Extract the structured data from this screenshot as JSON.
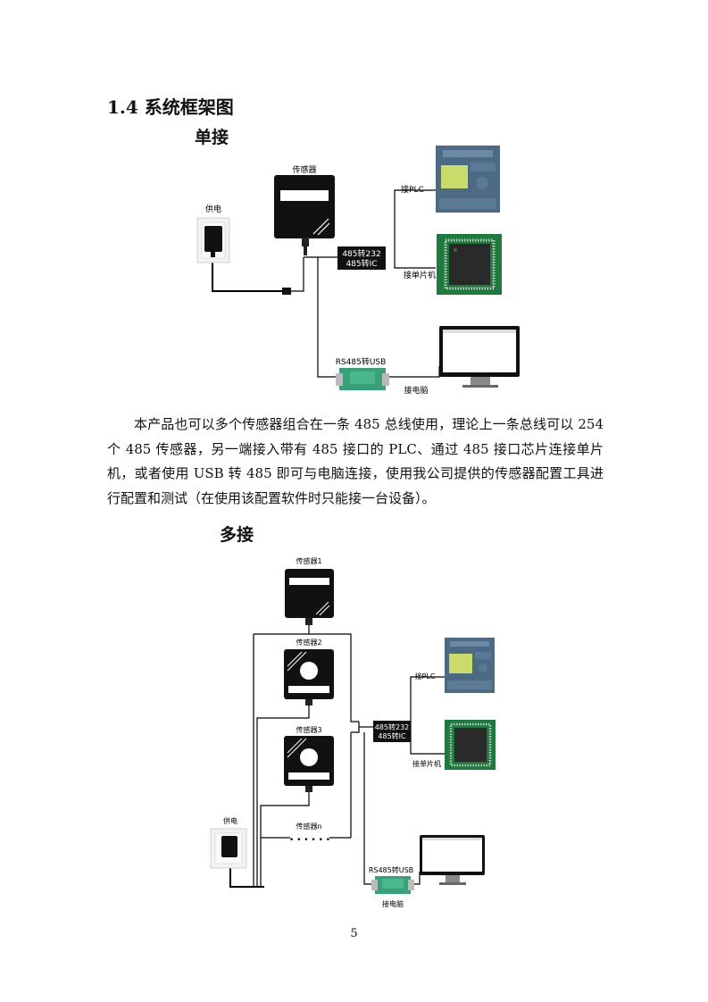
{
  "section_heading": "1.4 系统框架图",
  "single": {
    "title": "单接",
    "sensor_label": "传感器",
    "power_label": "供电",
    "converter_line1": "485转232",
    "converter_line2": "485转IC",
    "plc_label": "接PLC",
    "mcu_label": "接单片机",
    "usb_label": "RS485转USB",
    "pc_label": "接电脑"
  },
  "paragraph": "本产品也可以多个传感器组合在一条 485 总线使用，理论上一条总线可以 254 个 485 传感器，另一端接入带有 485 接口的 PLC、通过 485 接口芯片连接单片机，或者使用 USB 转 485 即可与电脑连接，使用我公司提供的传感器配置工具进行配置和测试（在使用该配置软件时只能接一台设备）。",
  "multi": {
    "title": "多接",
    "sensor1_label": "传感器1",
    "sensor2_label": "传感器2",
    "sensor3_label": "传感器3",
    "sensorn_label": "传感器n",
    "ellipsis": "• • • • • •",
    "power_label": "供电",
    "converter_line1": "485转232",
    "converter_line2": "485转IC",
    "plc_label": "接PLC",
    "mcu_label": "接单片机",
    "usb_label": "RS485转USB",
    "pc_label": "接电脑"
  },
  "page_number": "5"
}
